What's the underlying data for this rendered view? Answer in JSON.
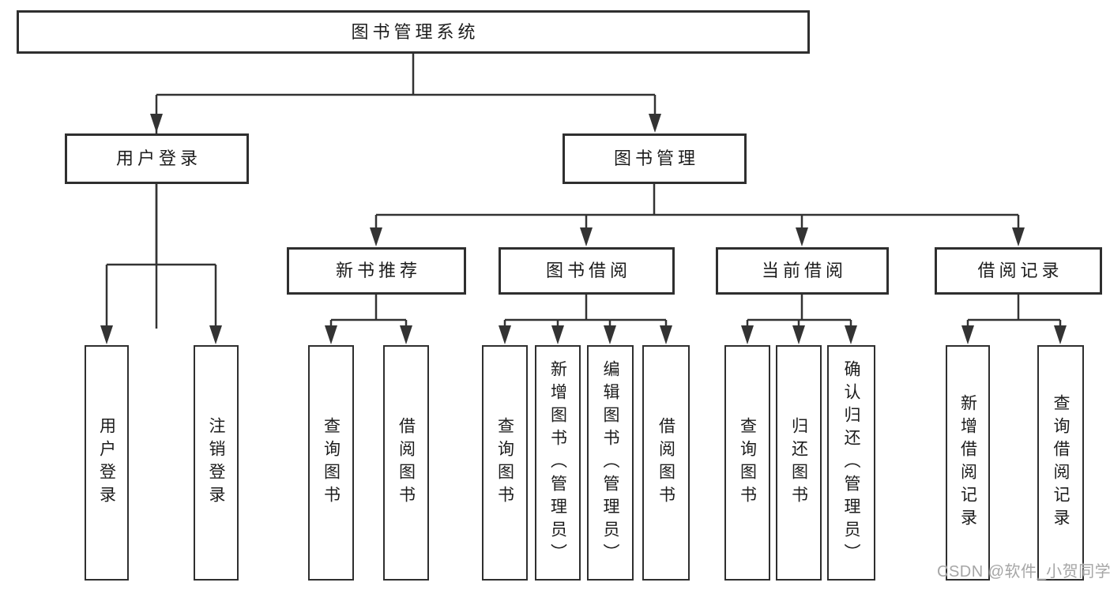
{
  "diagram": {
    "root": {
      "label": "图书管理系统"
    },
    "branches": [
      {
        "label": "用户登录",
        "children": [
          {
            "label": "用户登录"
          },
          {
            "label": "注销登录"
          }
        ]
      },
      {
        "label": "图书管理",
        "groups": [
          {
            "label": "新书推荐",
            "children": [
              {
                "label": "查询图书"
              },
              {
                "label": "借阅图书"
              }
            ]
          },
          {
            "label": "图书借阅",
            "children": [
              {
                "label": "查询图书"
              },
              {
                "label": "新增图书（管理员）"
              },
              {
                "label": "编辑图书（管理员）"
              },
              {
                "label": "借阅图书"
              }
            ]
          },
          {
            "label": "当前借阅",
            "children": [
              {
                "label": "查询图书"
              },
              {
                "label": "归还图书"
              },
              {
                "label": "确认归还（管理员）"
              }
            ]
          },
          {
            "label": "借阅记录",
            "children": [
              {
                "label": "新增借阅记录"
              },
              {
                "label": "查询借阅记录"
              }
            ]
          }
        ]
      }
    ]
  },
  "watermark": "CSDN @软件_小贺同学",
  "colors": {
    "line": "#333333",
    "border": "#2f2f2f",
    "text": "#1c1c1c",
    "watermark": "#a6a6a6",
    "background": "#ffffff"
  }
}
